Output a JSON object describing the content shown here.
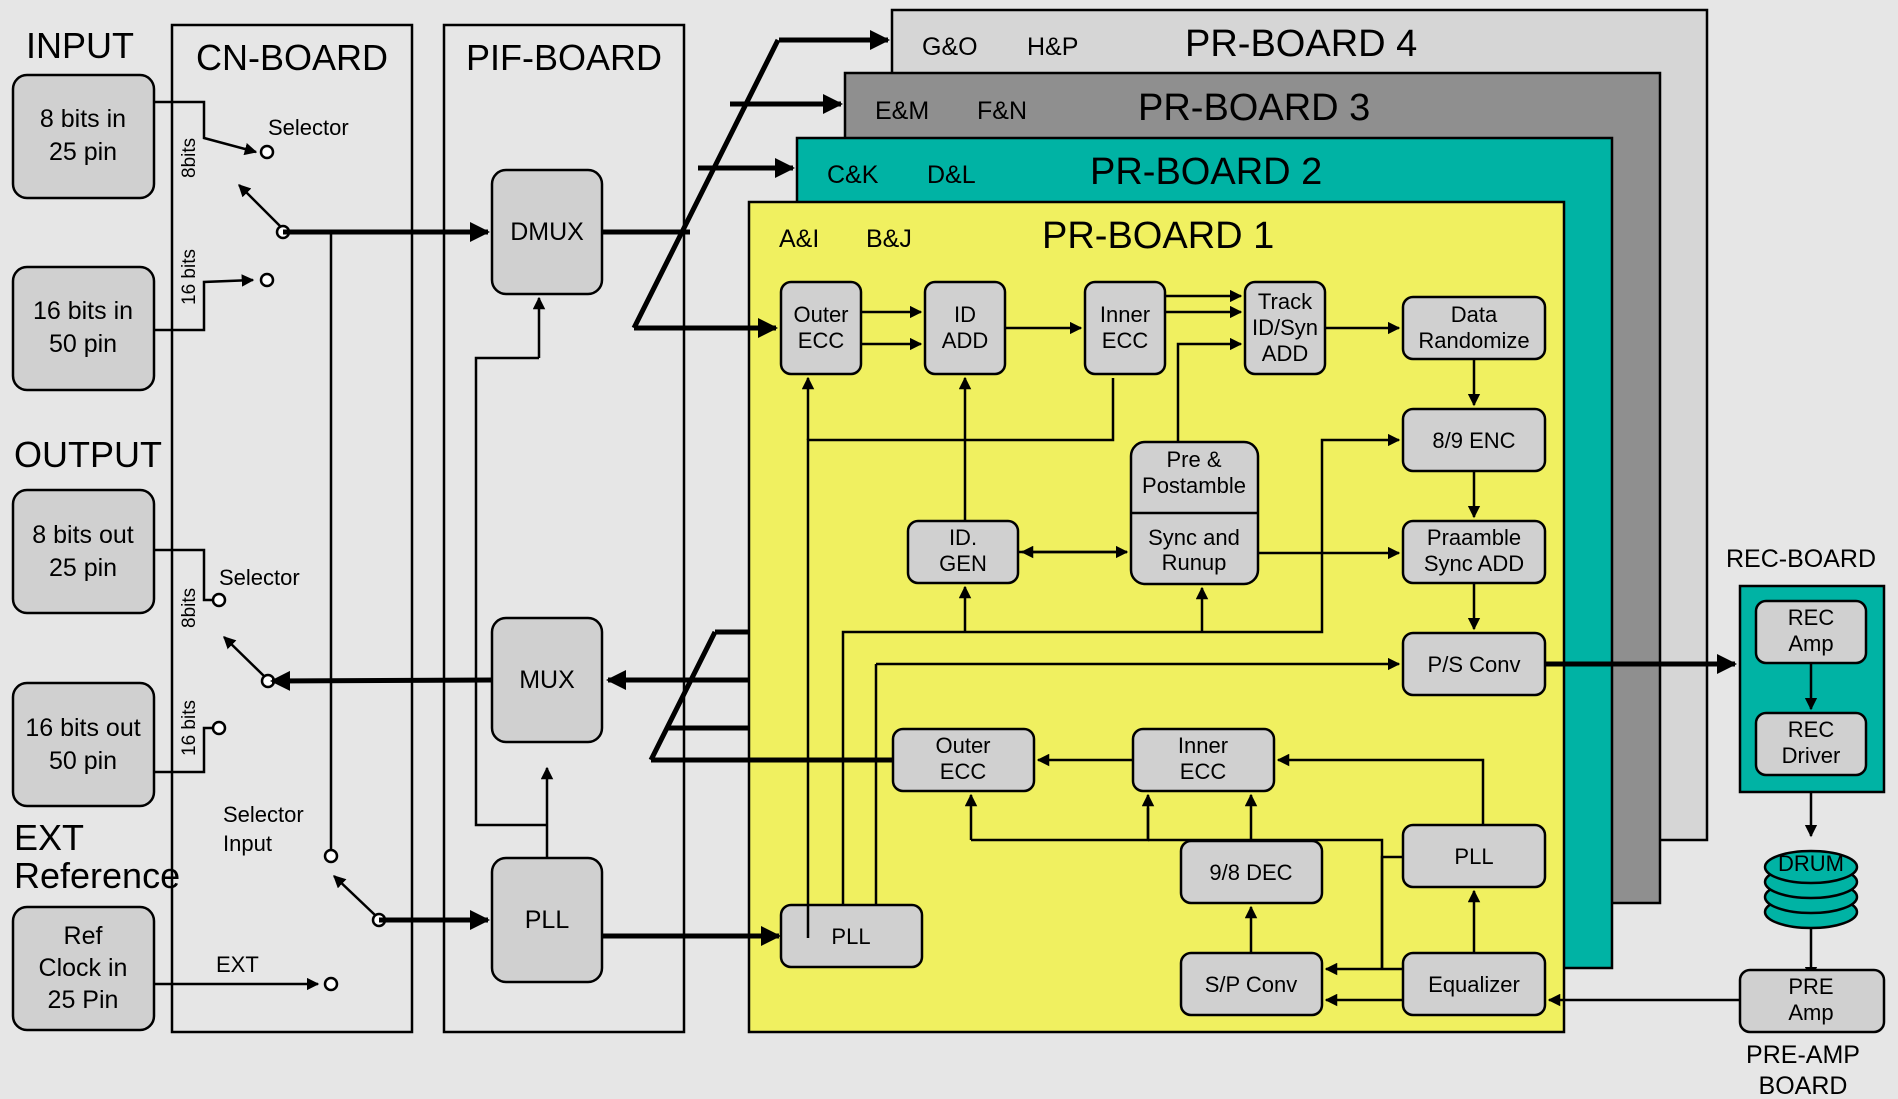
{
  "sections": {
    "input": "INPUT",
    "output": "OUTPUT",
    "ext_line1": "EXT",
    "ext_line2": "Reference"
  },
  "io_blocks": {
    "in8": [
      "8 bits in",
      "25 pin"
    ],
    "in16": [
      "16 bits in",
      "50 pin"
    ],
    "out8": [
      "8 bits out",
      "25 pin"
    ],
    "out16": [
      "16 bits out",
      "50 pin"
    ],
    "ref": [
      "Ref",
      "Clock in",
      "25 Pin"
    ]
  },
  "cn_board": {
    "title": "CN-BOARD",
    "selector_top": "Selector",
    "selector_out": "Selector",
    "selector_input": [
      "Selector",
      "Input"
    ],
    "ext": "EXT",
    "bits8": "8bits",
    "bits16": "16 bits",
    "bits8_out": "8bits",
    "bits16_out": "16 bits"
  },
  "pif_board": {
    "title": "PIF-BOARD",
    "dmux": "DMUX",
    "mux": "MUX",
    "pll": "PLL"
  },
  "pr_boards": [
    {
      "title": "PR-BOARD 4",
      "ch1": "G&O",
      "ch2": "H&P",
      "color": "#d6d6d6"
    },
    {
      "title": "PR-BOARD 3",
      "ch1": "E&M",
      "ch2": "F&N",
      "color": "#8f8f8f"
    },
    {
      "title": "PR-BOARD 2",
      "ch1": "C&K",
      "ch2": "D&L",
      "color": "#00b3a4"
    },
    {
      "title": "PR-BOARD 1",
      "ch1": "A&I",
      "ch2": "B&J",
      "color": "#f0f060"
    }
  ],
  "pr1_blocks": {
    "outer_ecc_rec": [
      "Outer",
      "ECC"
    ],
    "id_add": [
      "ID",
      "ADD"
    ],
    "inner_ecc_rec": [
      "Inner",
      "ECC"
    ],
    "track_id": [
      "Track",
      "ID/Syn",
      "ADD"
    ],
    "data_randomize": [
      "Data",
      "Randomize"
    ],
    "enc89": [
      "8/9 ENC"
    ],
    "pre_postamble": [
      "Pre &",
      "Postamble"
    ],
    "sync_runup": [
      "Sync and",
      "Runup"
    ],
    "id_gen": [
      "ID.",
      "GEN"
    ],
    "preamble_sync": [
      "Praamble",
      "Sync ADD"
    ],
    "ps_conv": [
      "P/S Conv"
    ],
    "outer_ecc_pb": [
      "Outer",
      "ECC"
    ],
    "inner_ecc_pb": [
      "Inner",
      "ECC"
    ],
    "dec98": [
      "9/8 DEC"
    ],
    "pll_pb": [
      "PLL"
    ],
    "pll_main": [
      "PLL"
    ],
    "sp_conv": [
      "S/P Conv"
    ],
    "equalizer": [
      "Equalizer"
    ]
  },
  "rec_board": {
    "title": "REC-BOARD",
    "rec_amp": [
      "REC",
      "Amp"
    ],
    "rec_driver": [
      "REC",
      "Driver"
    ],
    "color": "#00b3a4"
  },
  "drum": "DRUM",
  "preamp": {
    "block": [
      "PRE",
      "Amp"
    ],
    "title_line1": "PRE-AMP",
    "title_line2": "BOARD"
  }
}
